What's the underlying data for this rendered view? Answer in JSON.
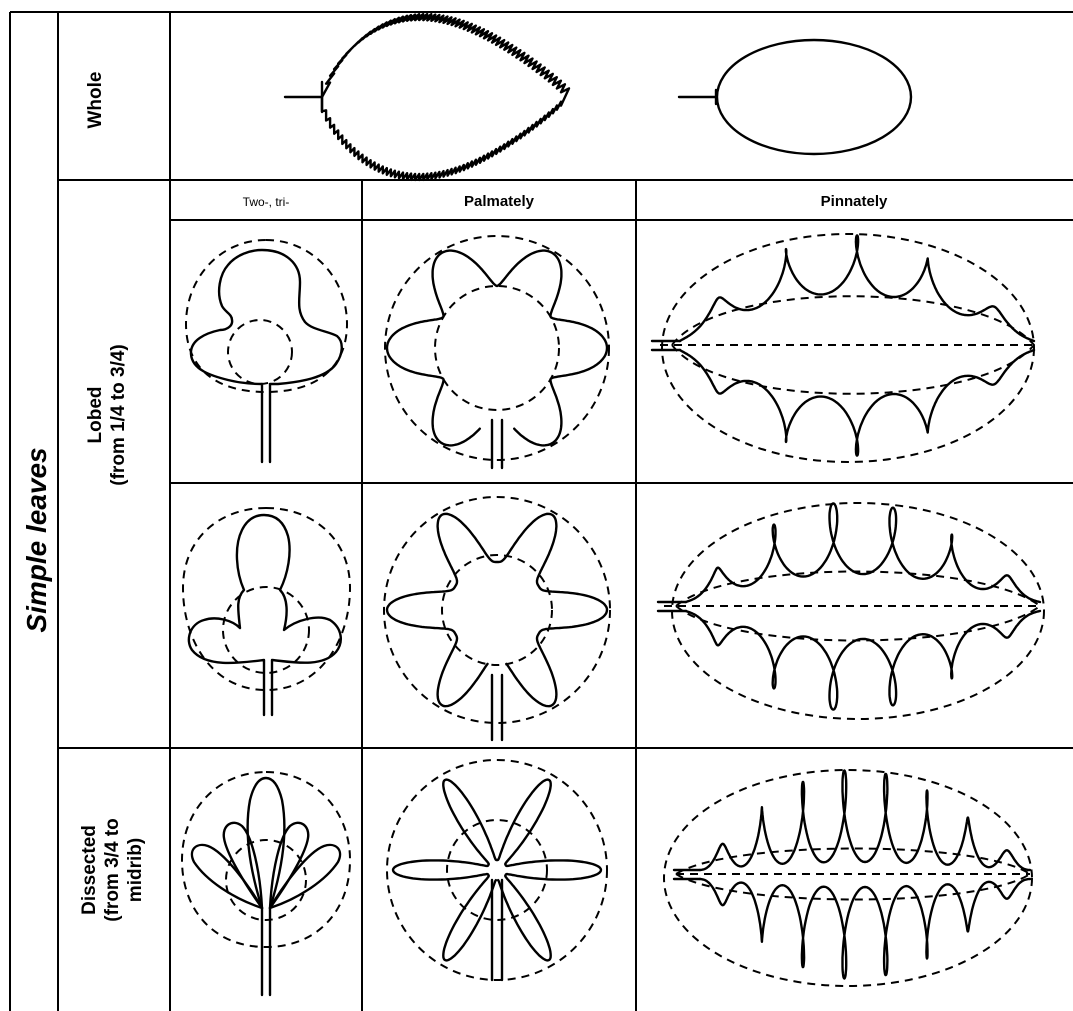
{
  "main_label": "Simple leaves",
  "rows": {
    "whole": "Whole",
    "lobed_line1": "Lobed",
    "lobed_line2": "(from 1/4 to 3/4)",
    "dissected_line1": "Dissected",
    "dissected_line2": "(from 3/4 to",
    "dissected_line3": "midrib)"
  },
  "columns": {
    "two_tri": "Two-, tri-",
    "palmately": "Palmately",
    "pinnately": "Pinnately"
  }
}
